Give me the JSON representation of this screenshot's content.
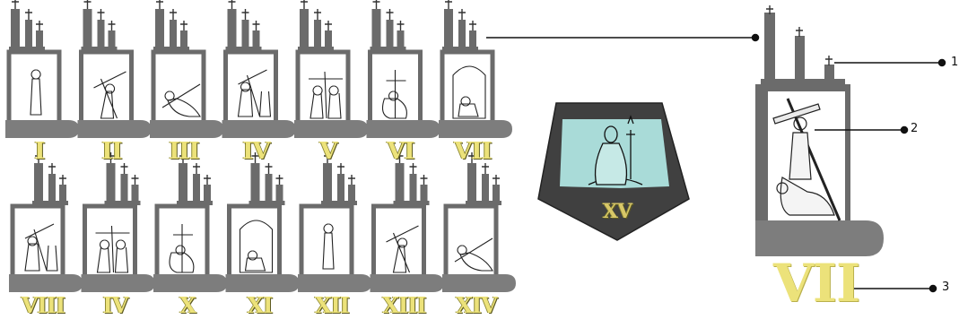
{
  "colors": {
    "frame": "#6b6b6b",
    "frame_dark": "#4e4e4e",
    "base": "#7d7d7d",
    "numeral": "#ece27a",
    "center_bg": "#3f3f3f",
    "center_glass": "#a9dbd8",
    "line": "#111111"
  },
  "stations_top": [
    {
      "numeral": "I",
      "icon": "jesus-standing-icon"
    },
    {
      "numeral": "II",
      "icon": "jesus-carrying-cross-icon"
    },
    {
      "numeral": "III",
      "icon": "jesus-falls-icon"
    },
    {
      "numeral": "IV",
      "icon": "jesus-meets-mother-icon"
    },
    {
      "numeral": "V",
      "icon": "simon-helps-icon"
    },
    {
      "numeral": "VI",
      "icon": "veronica-icon"
    },
    {
      "numeral": "VII",
      "icon": "second-fall-icon"
    }
  ],
  "stations_bottom": [
    {
      "numeral": "VIII",
      "icon": "women-of-jerusalem-icon"
    },
    {
      "numeral": "IV",
      "icon": "third-fall-icon"
    },
    {
      "numeral": "X",
      "icon": "stripped-garments-icon"
    },
    {
      "numeral": "XI",
      "icon": "nailed-to-cross-icon"
    },
    {
      "numeral": "XII",
      "icon": "crucifixion-icon"
    },
    {
      "numeral": "XIII",
      "icon": "taken-down-icon"
    },
    {
      "numeral": "XIV",
      "icon": "tomb-icon"
    }
  ],
  "center_station": {
    "numeral": "XV",
    "icon": "resurrection-icon"
  },
  "detail": {
    "numeral": "VII",
    "icon": "second-fall-icon"
  },
  "callouts": [
    "1",
    "2",
    "3"
  ]
}
